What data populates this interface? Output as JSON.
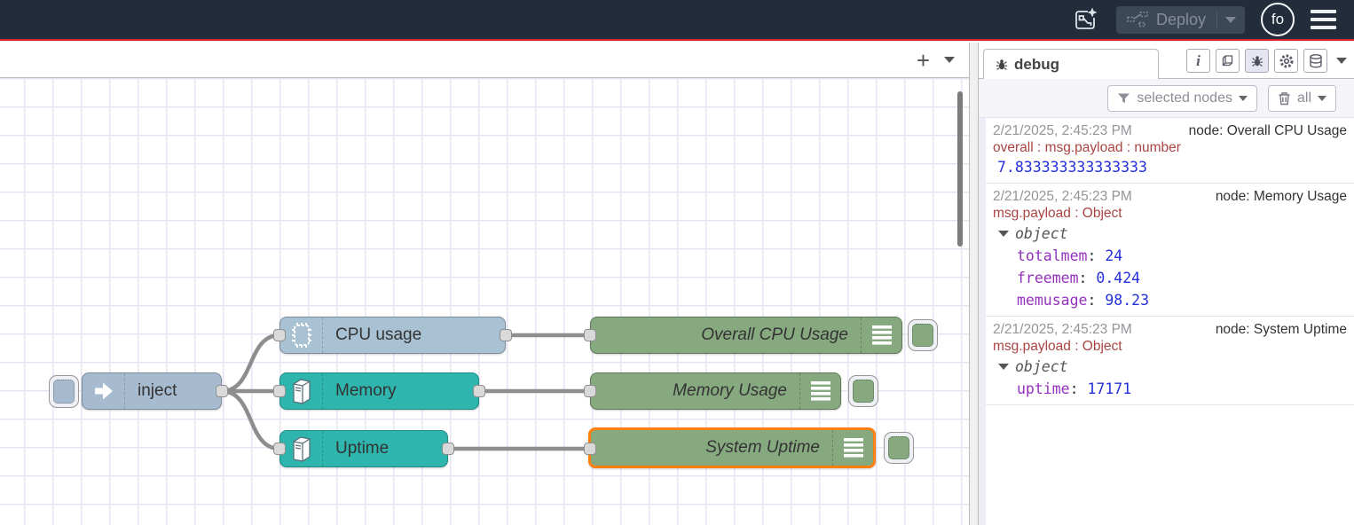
{
  "header": {
    "deploy_label": "Deploy",
    "avatar_label": "fo"
  },
  "flow": {
    "nodes": [
      {
        "id": "inject",
        "type": "inject",
        "label": "inject"
      },
      {
        "id": "cpu",
        "type": "cpu",
        "label": "CPU usage"
      },
      {
        "id": "memory",
        "type": "os",
        "label": "Memory"
      },
      {
        "id": "uptime",
        "type": "os",
        "label": "Uptime"
      },
      {
        "id": "debug-cpu",
        "type": "debug",
        "label": "Overall CPU Usage",
        "selected": false
      },
      {
        "id": "debug-memory",
        "type": "debug",
        "label": "Memory Usage",
        "selected": false
      },
      {
        "id": "debug-uptime",
        "type": "debug",
        "label": "System Uptime",
        "selected": true
      }
    ]
  },
  "sidebar": {
    "tab_label": "debug",
    "filter_button_label": "selected nodes",
    "clear_button_label": "all",
    "messages": [
      {
        "timestamp": "2/21/2025, 2:45:23 PM",
        "node": "node: Overall CPU Usage",
        "meta": "overall : msg.payload : number",
        "value": "7.833333333333333"
      },
      {
        "timestamp": "2/21/2025, 2:45:23 PM",
        "node": "node: Memory Usage",
        "meta": "msg.payload : Object",
        "object_label": "object",
        "fields": [
          {
            "key": "totalmem",
            "value": "24"
          },
          {
            "key": "freemem",
            "value": "0.424"
          },
          {
            "key": "memusage",
            "value": "98.23"
          }
        ]
      },
      {
        "timestamp": "2/21/2025, 2:45:23 PM",
        "node": "node: System Uptime",
        "meta": "msg.payload : Object",
        "object_label": "object",
        "fields": [
          {
            "key": "uptime",
            "value": "17171"
          }
        ]
      }
    ]
  },
  "colors": {
    "header_bg": "#222c3a",
    "header_accent_line": "#d9242b",
    "node_inject_fill": "#a6bbcf",
    "node_cpu_fill": "#a9c2d3",
    "node_os_fill": "#2eb5ad",
    "node_debug_fill": "#87a980",
    "selection_border": "#ff7f0e",
    "wire": "#8e8e8e",
    "grid_line": "#e4e4f2",
    "debug_meta": "#a94442",
    "debug_key": "#9432bd",
    "debug_number": "#2430d9"
  }
}
